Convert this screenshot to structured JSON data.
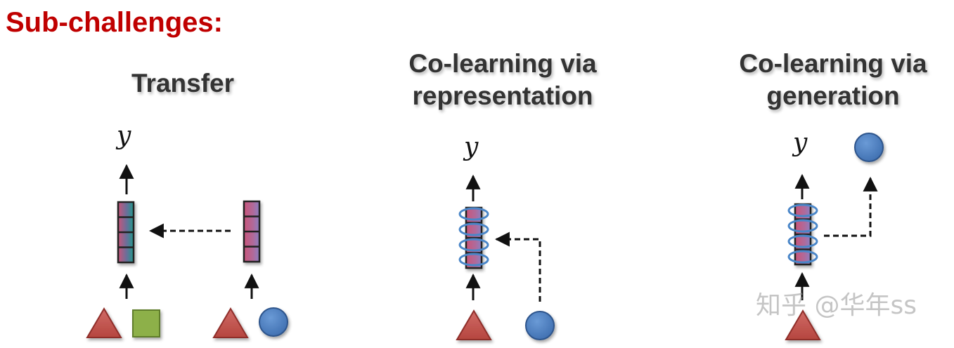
{
  "heading": "Sub-challenges:",
  "panels": [
    {
      "title_lines": [
        "Transfer"
      ],
      "output_label": "y"
    },
    {
      "title_lines": [
        "Co-learning via",
        "representation"
      ],
      "output_label": "y"
    },
    {
      "title_lines": [
        "Co-learning via",
        "generation"
      ],
      "output_label": "y"
    }
  ],
  "watermark": "知乎 @华年ss",
  "colors": {
    "heading": "#c00000",
    "title": "#333333",
    "triangle": "#c0504d",
    "square": "#8db04a",
    "circle": "#4a7ec2",
    "vector_top": "#b5566f",
    "vector_bottom": "#2a8a8a",
    "coil": "#4a86c8"
  }
}
